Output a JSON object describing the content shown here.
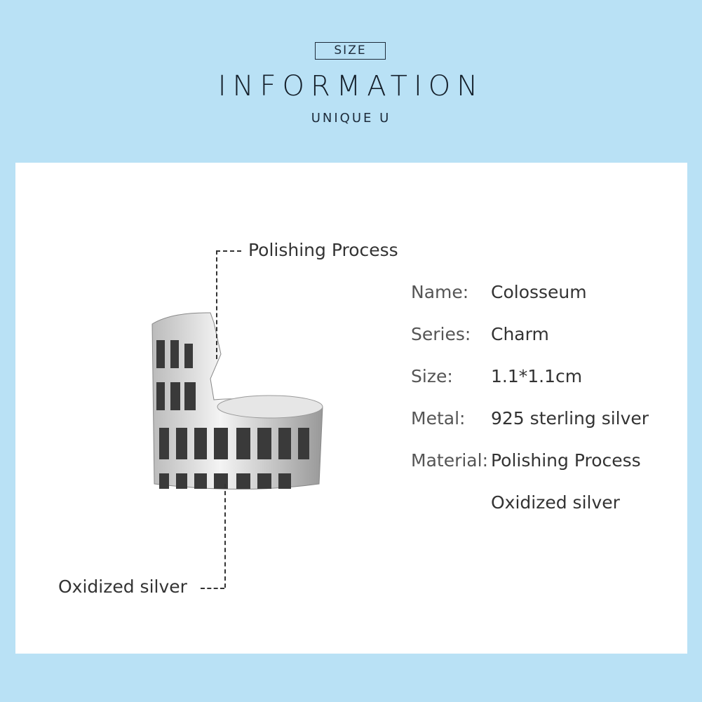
{
  "header": {
    "badge": "SIZE",
    "title": "INFORMATION",
    "subtitle": "UNIQUE U"
  },
  "callouts": {
    "top": "Polishing Process",
    "bottom": "Oxidized silver"
  },
  "specs": [
    {
      "label": "Name:",
      "value": "Colosseum"
    },
    {
      "label": "Series:",
      "value": "Charm"
    },
    {
      "label": "Size:",
      "value": "1.1*1.1cm"
    },
    {
      "label": "Metal:",
      "value": "925 sterling silver"
    },
    {
      "label": "Material:",
      "value": "Polishing Process"
    },
    {
      "label": "",
      "value": "Oxidized silver"
    }
  ],
  "colors": {
    "background": "#b9e1f5",
    "panel": "#ffffff",
    "text": "#333333"
  }
}
